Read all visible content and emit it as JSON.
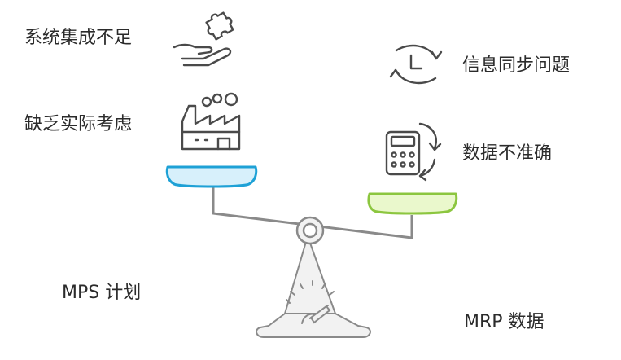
{
  "left_side": {
    "title": "MPS 计划",
    "factors": [
      {
        "label": "系统集成不足",
        "icon": "puzzle-hand-icon"
      },
      {
        "label": "缺乏实际考虑",
        "icon": "factory-icon"
      }
    ],
    "pan_color": "#d7f0fb",
    "pan_stroke": "#1ea1d6"
  },
  "right_side": {
    "title": "MRP 数据",
    "factors": [
      {
        "label": "信息同步问题",
        "icon": "sync-clock-icon"
      },
      {
        "label": "数据不准确",
        "icon": "calculator-refresh-icon"
      }
    ],
    "pan_color": "#eaf8cc",
    "pan_stroke": "#8cc63f"
  },
  "scale": {
    "tilt": "left-higher",
    "stand_fill": "#f0f0f0",
    "stroke": "#8a8a8a"
  }
}
